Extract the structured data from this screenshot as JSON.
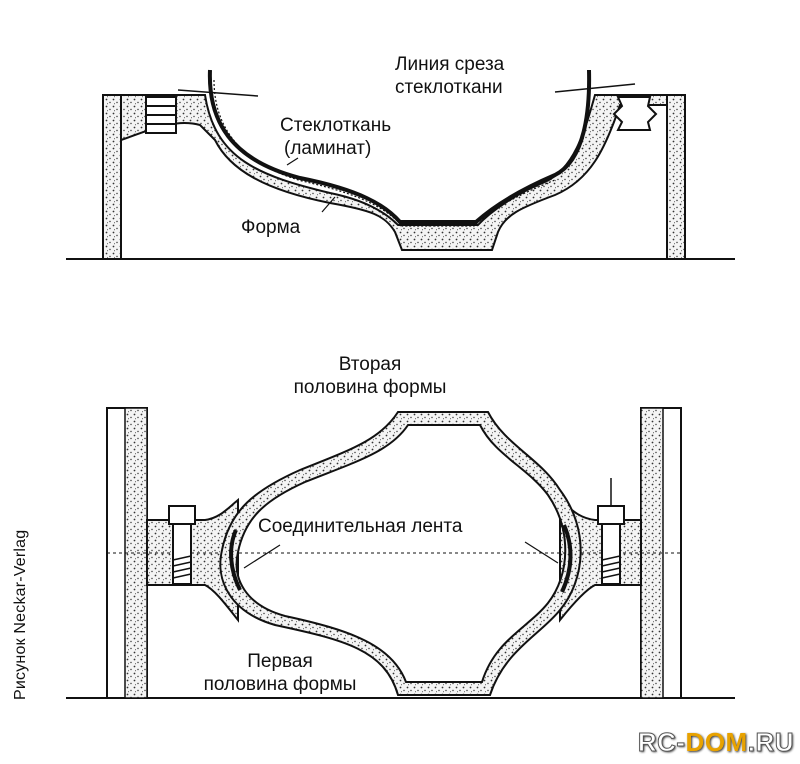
{
  "top_figure": {
    "label_cut_line": [
      "Линия среза",
      "стеклоткани"
    ],
    "label_laminate": [
      "Стеклоткань",
      "(ламинат)"
    ],
    "label_mold": "Форма"
  },
  "bottom_figure": {
    "label_second_half": [
      "Вторая",
      "половина формы"
    ],
    "label_joining_tape": "Соединительная лента",
    "label_first_half": [
      "Первая",
      "половина формы"
    ]
  },
  "credit": "Рисунок Neckar-Verlag",
  "watermark": {
    "part1": "RC-",
    "part2": "DOM",
    "part3": ".RU"
  },
  "colors": {
    "line": "#111111",
    "fill": "#f2f2f2",
    "stipple": "#333333",
    "watermark_accent": "#e8a200"
  }
}
